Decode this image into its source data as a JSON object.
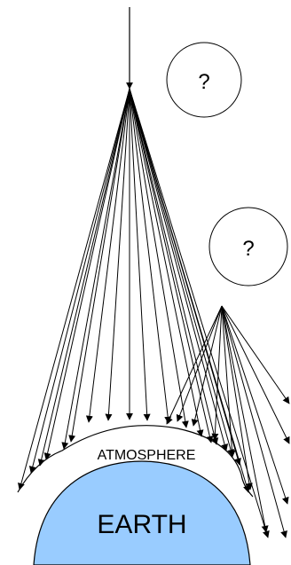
{
  "diagram": {
    "labels": {
      "question_top": "?",
      "question_mid": "?",
      "atmosphere": "ATMOSPHERE",
      "earth": "EARTH"
    },
    "colors": {
      "earth_fill": "#99CCFF",
      "stroke": "#000000",
      "background": "#FFFFFF"
    },
    "primary_ray_count": 20,
    "secondary_ray_count": 11
  }
}
